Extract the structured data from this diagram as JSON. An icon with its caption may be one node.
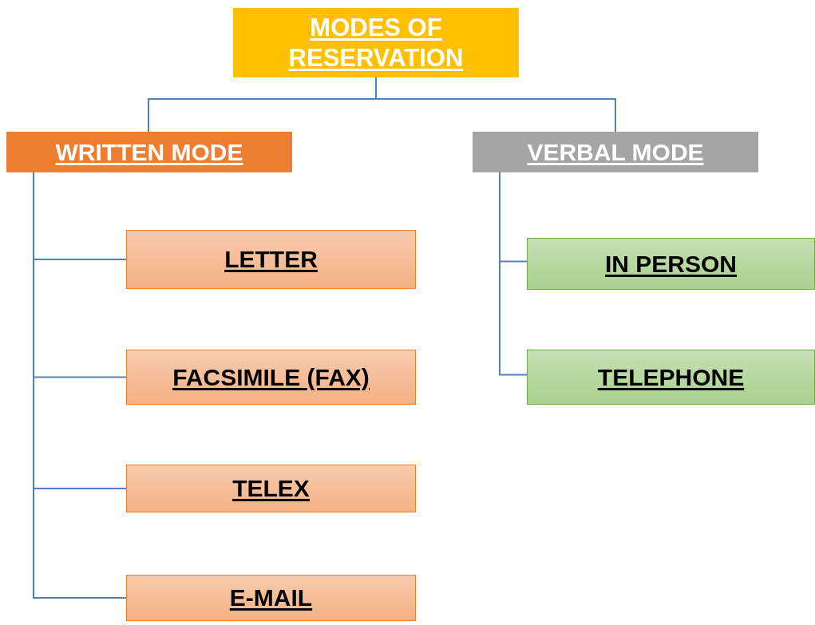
{
  "diagram": {
    "nodes": [
      {
        "text": [
          "MODES OF RESERVATION"
        ]
      },
      {
        "text": [
          "WRITTEN MODE"
        ]
      },
      {
        "text": [
          "VERBAL MODE"
        ]
      },
      {
        "text": [
          "LETTER"
        ]
      },
      {
        "text": [
          "FACSIMILE (FAX)"
        ]
      },
      {
        "text": [
          "TELEX"
        ]
      },
      {
        "text": [
          "E-MAIL"
        ]
      },
      {
        "text": [
          "IN PERSON"
        ]
      },
      {
        "text": [
          "TELEPHONE"
        ]
      }
    ],
    "edges": [
      {
        "from": 0,
        "to": 1,
        "arrow": "none"
      },
      {
        "from": 0,
        "to": 2,
        "arrow": "none"
      },
      {
        "from": 1,
        "to": 3,
        "arrow": "none"
      },
      {
        "from": 1,
        "to": 4,
        "arrow": "none"
      },
      {
        "from": 1,
        "to": 5,
        "arrow": "none"
      },
      {
        "from": 1,
        "to": 6,
        "arrow": "none"
      },
      {
        "from": 2,
        "to": 7,
        "arrow": "none"
      },
      {
        "from": 2,
        "to": 8,
        "arrow": "none"
      }
    ]
  }
}
